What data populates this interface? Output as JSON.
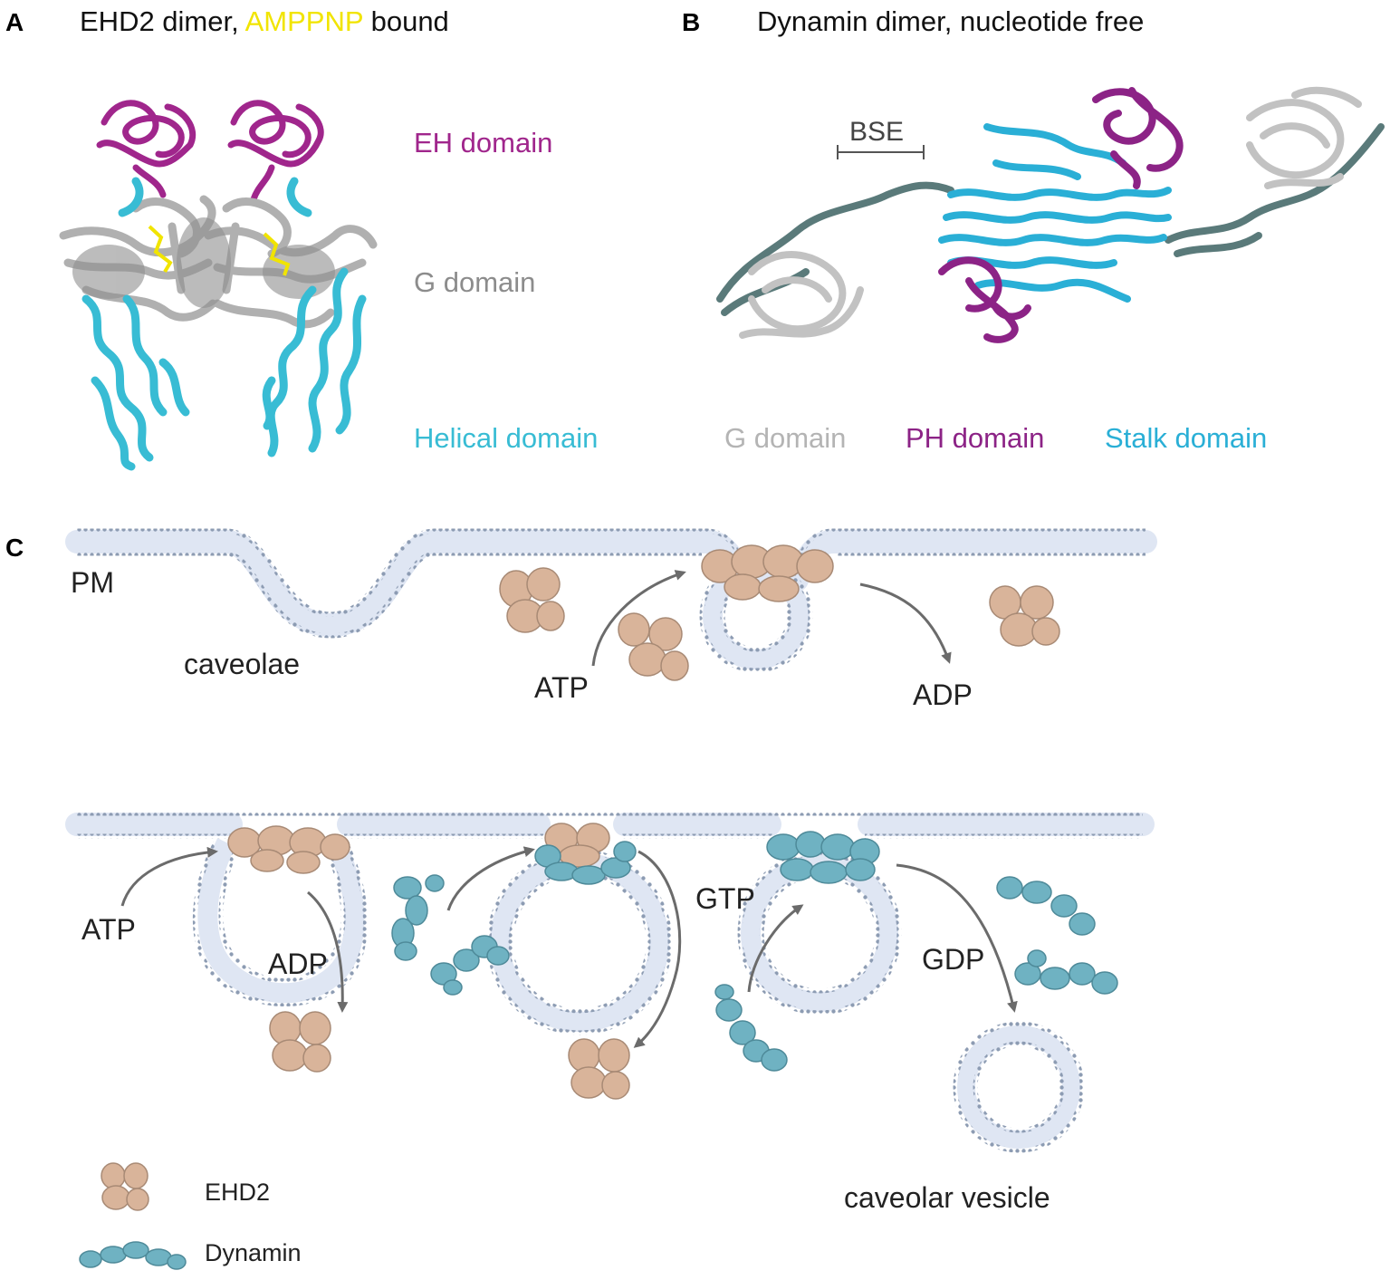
{
  "colors": {
    "eh_domain": "#a0268c",
    "g_domain_a": "#8c8c8c",
    "g_domain_b": "#b4b4b4",
    "helical": "#38bcd4",
    "stalk": "#2aafd6",
    "pH_domain": "#8c2386",
    "amppnp": "#f1e400",
    "bse": "#5a7a7a",
    "ehd2_protein": "#d9b49a",
    "dynamin_protein": "#6fb2c2",
    "membrane": "#8d9cb3",
    "membrane_fill": "#dfe6f3",
    "arrow": "#6b6b6b"
  },
  "panel_a": {
    "letter": "A",
    "title_prefix": "EHD2 dimer, ",
    "title_highlight": "AMPPNP",
    "title_suffix": " bound",
    "labels": {
      "eh": "EH domain",
      "g": "G domain",
      "helical": "Helical domain"
    }
  },
  "panel_b": {
    "letter": "B",
    "title": "Dynamin dimer, nucleotide free",
    "bse": "BSE",
    "labels": {
      "g": "G domain",
      "ph": "PH domain",
      "stalk": "Stalk domain"
    }
  },
  "panel_c": {
    "letter": "C",
    "pm": "PM",
    "caveolae": "caveolae",
    "atp_1": "ATP",
    "adp_1": "ADP",
    "atp_2": "ATP",
    "adp_2": "ADP",
    "gtp": "GTP",
    "gdp": "GDP",
    "vesicle": "caveolar vesicle",
    "legend": {
      "ehd2": "EHD2",
      "dynamin": "Dynamin"
    }
  }
}
